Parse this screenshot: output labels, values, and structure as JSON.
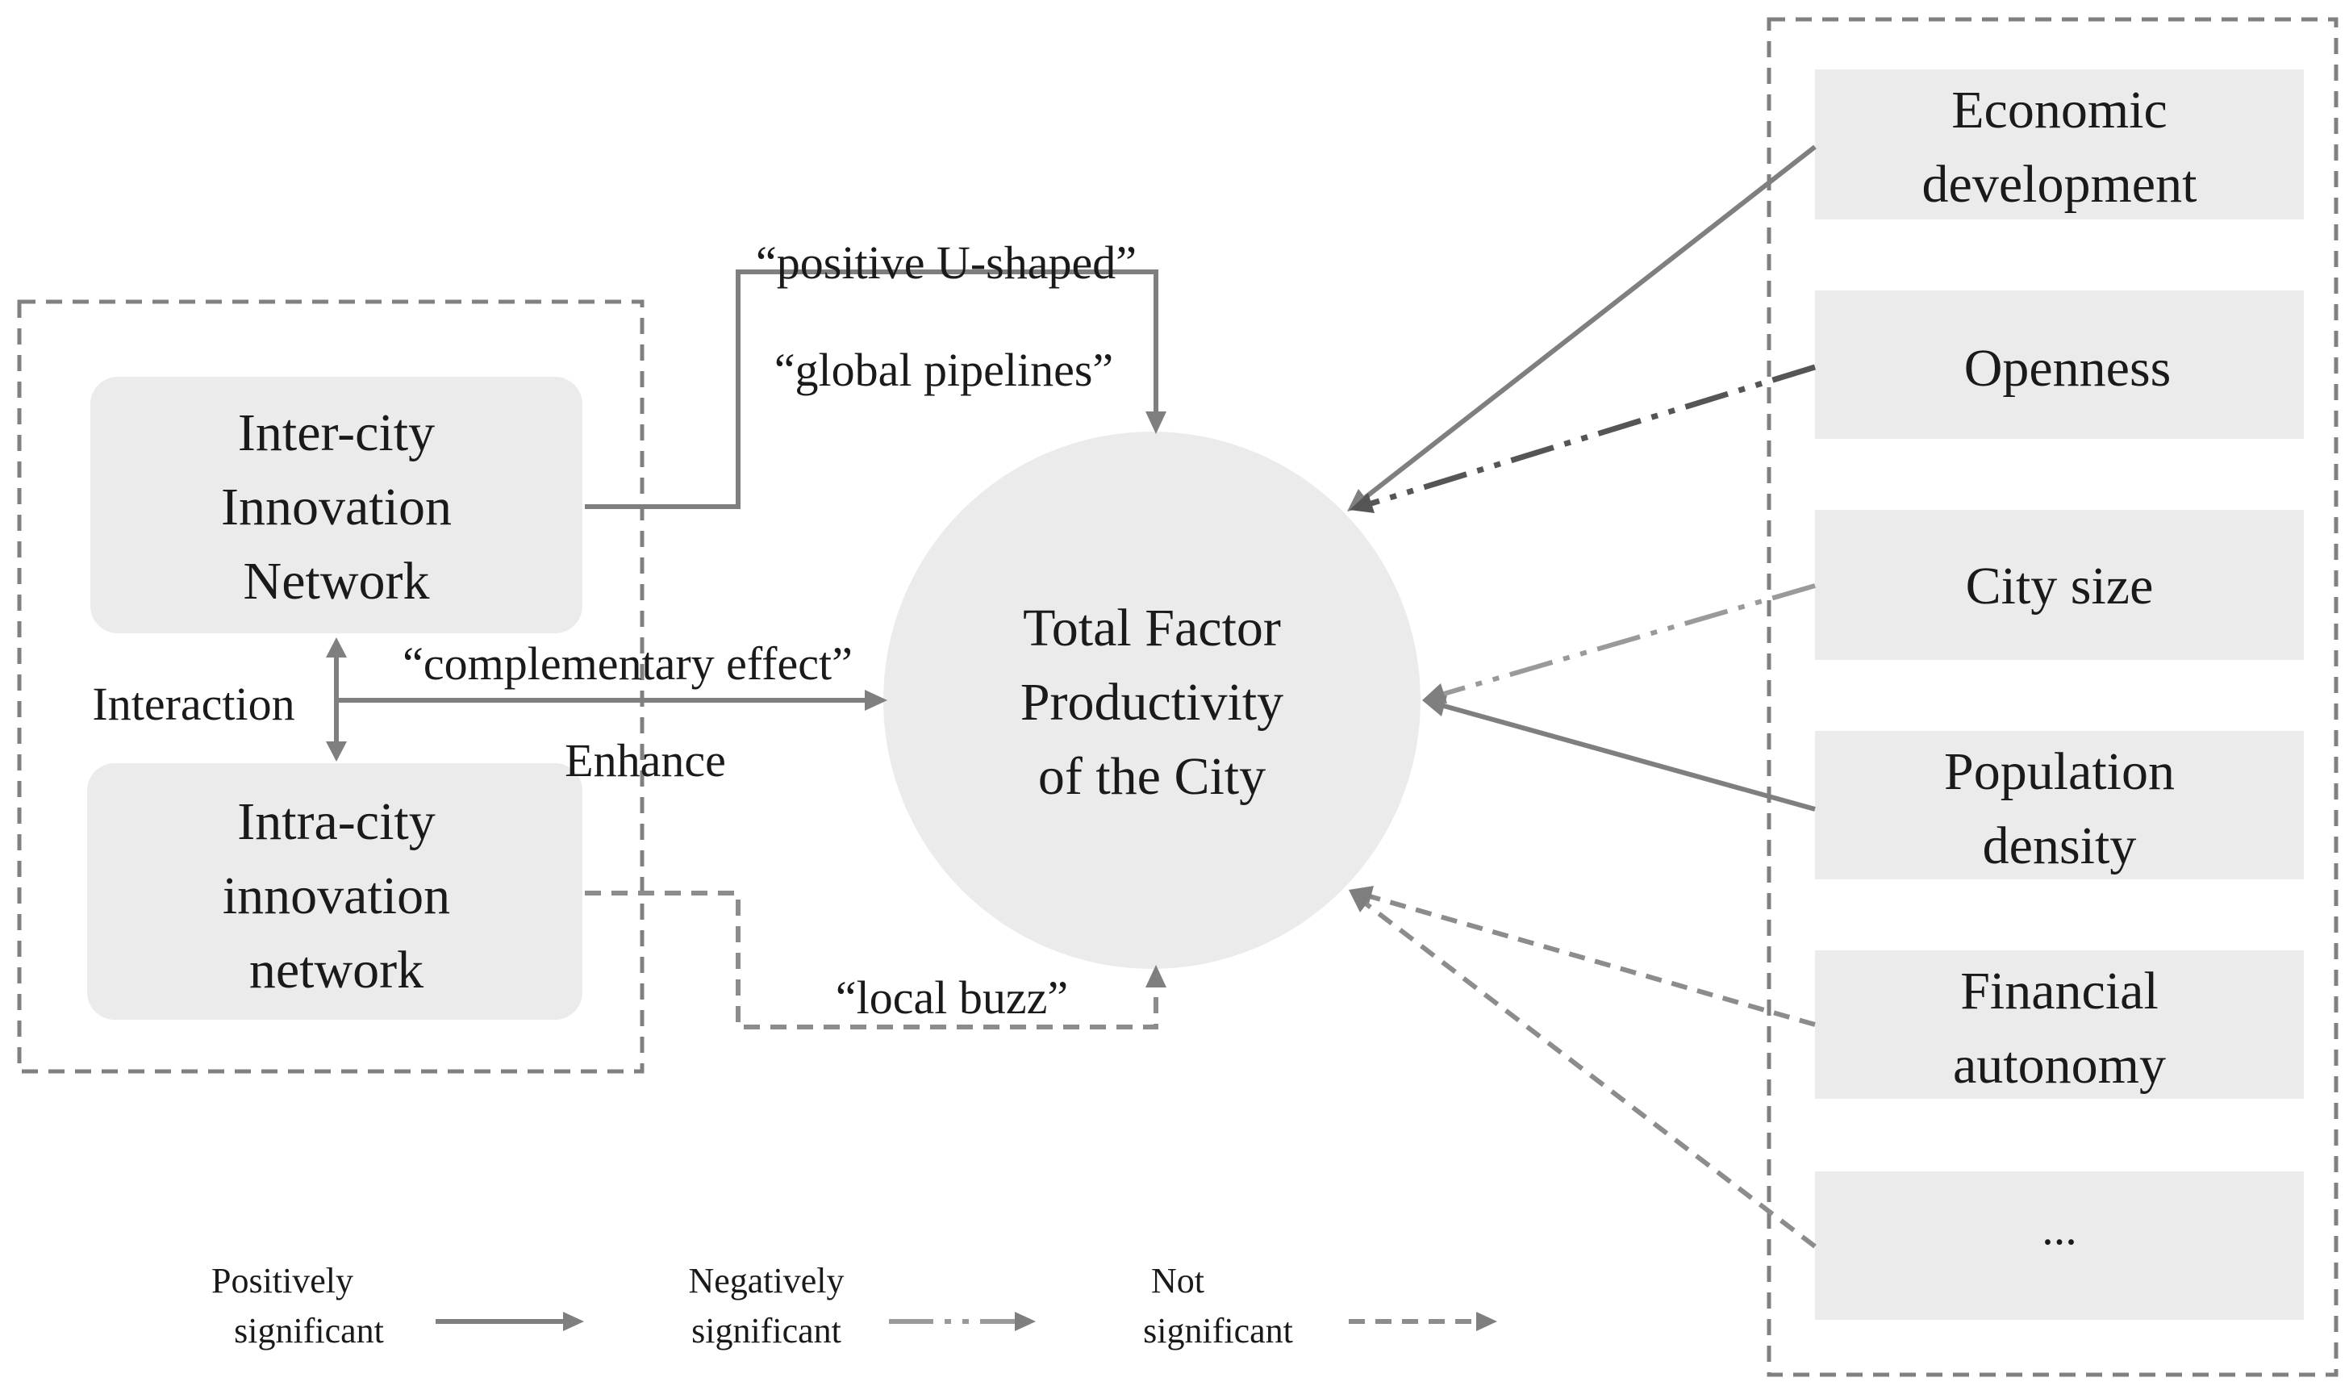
{
  "left_group": {
    "inter_city": [
      "Inter-city",
      "Innovation",
      "Network"
    ],
    "intra_city": [
      "Intra-city",
      "innovation",
      "network"
    ],
    "interaction": "Interaction"
  },
  "center": {
    "lines": [
      "Total Factor",
      "Productivity",
      "of the City"
    ]
  },
  "edge_labels": {
    "positive_u": "“positive U-shaped”",
    "global_pipelines": "“global pipelines”",
    "complementary": "“complementary  effect”",
    "enhance": "Enhance",
    "local_buzz": "“local buzz”"
  },
  "factors": [
    {
      "lines": [
        "Economic",
        "development"
      ],
      "effect": "positive"
    },
    {
      "lines": [
        "Openness"
      ],
      "effect": "negative"
    },
    {
      "lines": [
        "City size"
      ],
      "effect": "negative"
    },
    {
      "lines": [
        "Population",
        "density"
      ],
      "effect": "positive"
    },
    {
      "lines": [
        "Financial",
        "autonomy"
      ],
      "effect": "not-significant"
    },
    {
      "lines": [
        "..."
      ],
      "effect": "not-significant"
    }
  ],
  "legend": {
    "positive": [
      "Positively",
      "significant"
    ],
    "negative": [
      "Negatively",
      "significant"
    ],
    "not_significant": [
      "Not",
      "significant"
    ]
  }
}
